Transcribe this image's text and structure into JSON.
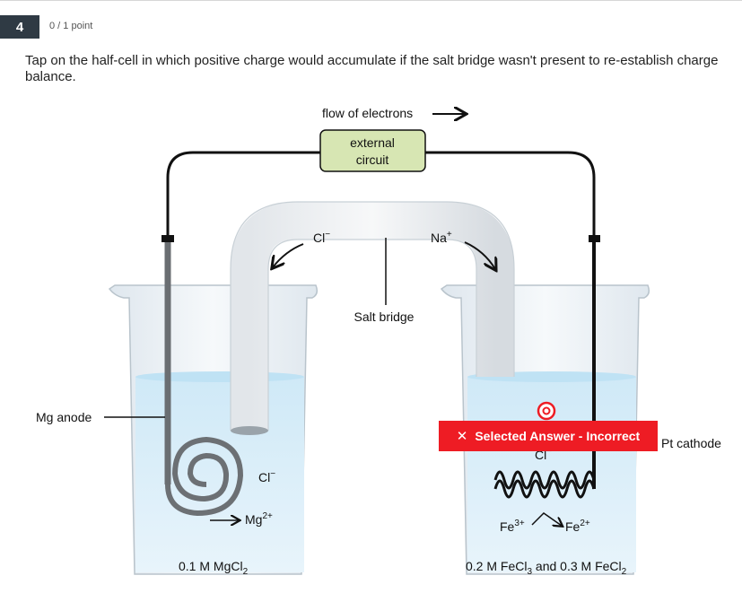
{
  "question": {
    "number": "4",
    "points": "0 / 1 point",
    "prompt": "Tap on the half-cell in which positive charge would accumulate if the salt bridge wasn't present to re-establish charge balance."
  },
  "diagram": {
    "flow_label": "flow of electrons",
    "circuit_line1": "external",
    "circuit_line2": "circuit",
    "bridge_anion": "Cl",
    "bridge_anion_charge": "−",
    "bridge_cation": "Na",
    "bridge_cation_charge": "+",
    "salt_bridge_label": "Salt bridge",
    "anode_label": "Mg anode",
    "cathode_label": "Pt cathode",
    "left_anion": "Cl",
    "left_anion_charge": "−",
    "left_cation": "Mg",
    "left_cation_charge": "2+",
    "right_anion": "Cl",
    "right_anion_charge": "−",
    "fe3": "Fe",
    "fe3_charge": "3+",
    "fe2": "Fe",
    "fe2_charge": "2+",
    "left_solution": {
      "a": "0.1 M MgCl",
      "sub": "2"
    },
    "right_solution": {
      "a": "0.2 M FeCl",
      "sub1": "3",
      "b": " and 0.3 M FeCl",
      "sub2": "2"
    }
  },
  "feedback": {
    "icon": "close-icon",
    "text": "Selected Answer - Incorrect",
    "color": "#ee1c24"
  }
}
